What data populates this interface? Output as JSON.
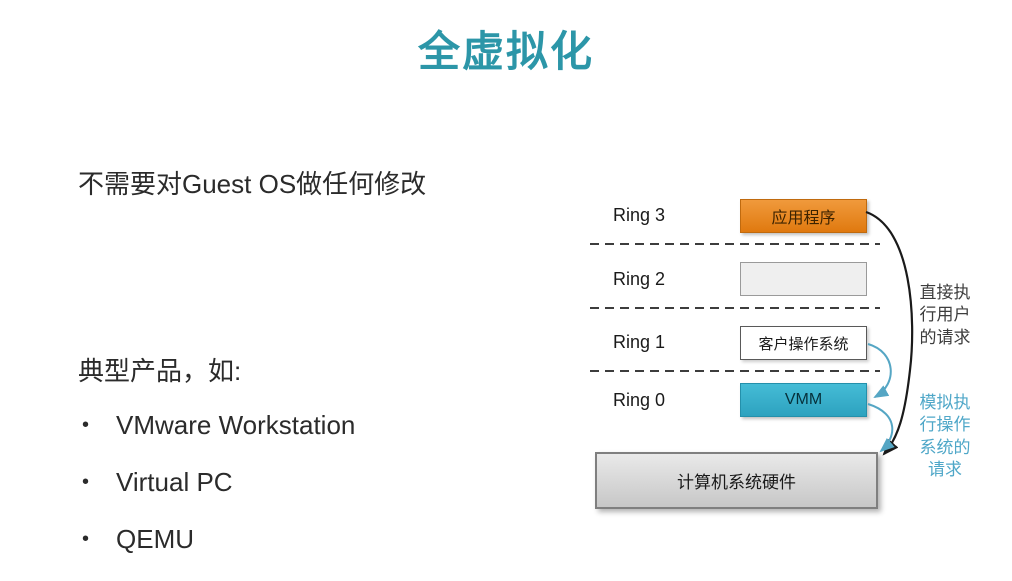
{
  "title": "全虚拟化",
  "left_panel": {
    "statement": "不需要对Guest OS做任何修改",
    "products_heading": "典型产品，如:",
    "bullet_char": "•",
    "products": [
      "VMware Workstation",
      "Virtual PC",
      "QEMU"
    ]
  },
  "diagram": {
    "rings": [
      {
        "label": "Ring 3",
        "box_text": "应用程序"
      },
      {
        "label": "Ring 2",
        "box_text": ""
      },
      {
        "label": "Ring 1",
        "box_text": "客户操作系统"
      },
      {
        "label": "Ring 0",
        "box_text": "VMM"
      }
    ],
    "hardware_label": "计算机系统硬件",
    "direct_annotation": "直接执行用户的请求",
    "simulated_annotation": "模拟执行操作系统的请求",
    "colors": {
      "title_teal": "#2C96A8",
      "app_box_orange": "#E8871E",
      "vmm_box_teal": "#35AECA",
      "annotation_blue": "#4FA7C8",
      "direct_arrow_black": "#1a1a1a"
    }
  }
}
